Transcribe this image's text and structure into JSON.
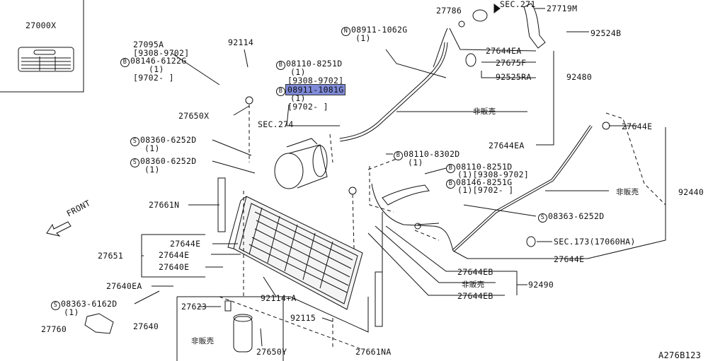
{
  "labels": {
    "p27000x": "27000X",
    "p27095a": "27095A",
    "p27095a_range": "[9308-9702]",
    "p08146_6122g": "08146-6122G",
    "p08146_6122g_qty": "(1)",
    "p08146_6122g_range": "[9702-   ]",
    "p92114": "92114",
    "p27650x": "27650X",
    "p08360_6252d_a": "08360-6252D",
    "p08360_6252d_a_qty": "(1)",
    "p08360_6252d_b": "08360-6252D",
    "p08360_6252d_b_qty": "(1)",
    "p27661n": "27661N",
    "p27651": "27651",
    "p27644e_a": "27644E",
    "p27644e_b": "27644E",
    "p27640e": "27640E",
    "p27640ea": "27640EA",
    "p08363_6162d": "08363-6162D",
    "p08363_6162d_qty": "(1)",
    "p27760": "27760",
    "p27640": "27640",
    "p27623": "27623",
    "nfs_left": "非販売",
    "p27650y": "27650Y",
    "p92115": "92115",
    "p92114a": "92114+A",
    "p27661na": "27661NA",
    "p08110_8251d": "08110-8251D",
    "p08110_8251d_qty": "(1)",
    "p08110_8251d_range": "[9308-9702]",
    "p08911_1081g": "08911-1081G",
    "p08911_1081g_qty": "(1)",
    "p08911_1081g_range": "[9702-   ]",
    "sec274": "SEC.274",
    "p08911_1062g": "08911-1062G",
    "p08911_1062g_qty": "(1)",
    "p27786": "27786",
    "sec271": "SEC.271",
    "p27719m": "27719M",
    "p92524b": "92524B",
    "p27644ea_top": "27644EA",
    "p27675f": "27675F",
    "p92525ra": "92525RA",
    "p92480": "92480",
    "nfs_top": "非販売",
    "p27644ea_mid": "27644EA",
    "p27644e_right": "27644E",
    "p08110_8302d": "08110-8302D",
    "p08110_8302d_qty": "(1)",
    "p08110_8251d_b": "08110-8251D",
    "p08110_8251d_b_note": "(1)[9308-9702]",
    "p08146_8251g": "08146-8251G",
    "p08146_8251g_note": "(1)[9702-  ]",
    "nfs_right": "非販売",
    "p92440": "92440",
    "p08363_6252d": "08363-6252D",
    "sec173": "SEC.173(17060HA)",
    "p27644e_bottom": "27644E",
    "p27644eb_a": "27644EB",
    "nfs_mid": "非販売",
    "p92490": "92490",
    "p27644eb_b": "27644EB",
    "front": "FRONT",
    "diagram_code": "A276B123",
    "prefix_b": "B",
    "prefix_s": "S",
    "prefix_n": "N"
  }
}
